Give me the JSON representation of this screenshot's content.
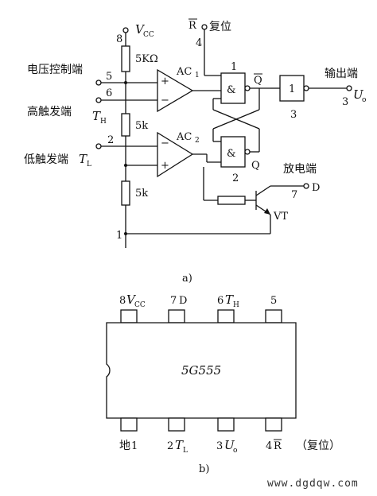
{
  "figure_a": {
    "caption": "a)",
    "vcc_pin": "8",
    "vcc_label": "V",
    "vcc_sub": "CC",
    "r_pin": "4",
    "r_label": "R",
    "reset_text": "复位",
    "ctrl_text": "电压控制端",
    "ctrl_pin": "5",
    "high_text": "高触发端",
    "high_pin": "6",
    "th_label": "T",
    "th_sub": "H",
    "low_text": "低触发端",
    "low_pin": "2",
    "tl_label": "T",
    "tl_sub": "L",
    "res1": "5KΩ",
    "res2": "5k",
    "res3": "5k",
    "ac1": "AC",
    "ac1_sub": "1",
    "ac2": "AC",
    "ac2_sub": "2",
    "gate1": "&",
    "gate1_num": "1",
    "gate2": "&",
    "gate2_num": "2",
    "gate3": "1",
    "gate3_num": "3",
    "qbar": "Q",
    "q": "Q",
    "output_text": "输出端",
    "uo_label": "U",
    "uo_sub": "o",
    "out_pin": "3",
    "discharge_text": "放电端",
    "d_pin": "7",
    "d_label": "D",
    "vt_label": "VT",
    "gnd_pin": "1",
    "plus1": "+",
    "minus1": "−",
    "plus2": "+",
    "minus2": "−"
  },
  "figure_b": {
    "caption": "b)",
    "chip_name": "5G555",
    "top_pins": [
      {
        "num": "8",
        "label": "V",
        "sub": "CC"
      },
      {
        "num": "7",
        "label": "D",
        "sub": ""
      },
      {
        "num": "6",
        "label": "T",
        "sub": "H"
      },
      {
        "num": "5",
        "label": "",
        "sub": ""
      }
    ],
    "bottom_pins": [
      {
        "pre": "地",
        "num": "1",
        "label": "",
        "sub": ""
      },
      {
        "pre": "",
        "num": "2",
        "label": "T",
        "sub": "L"
      },
      {
        "pre": "",
        "num": "3",
        "label": "U",
        "sub": "o"
      },
      {
        "pre": "",
        "num": "4",
        "label": "R",
        "sub": ""
      }
    ],
    "reset_note": "（复位）"
  },
  "watermark": "www.dgdqw.com"
}
